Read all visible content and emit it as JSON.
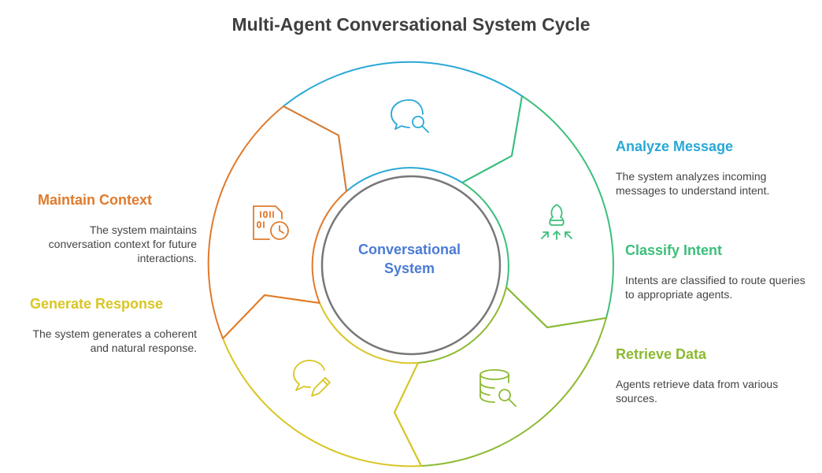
{
  "title": "Multi-Agent Conversational System Cycle",
  "center": {
    "line1": "Conversational",
    "line2": "System"
  },
  "stages": {
    "analyze": {
      "title": "Analyze Message",
      "description": "The system analyzes incoming messages to understand intent.",
      "color": "#28a8d6",
      "icon": "message-search-icon"
    },
    "classify": {
      "title": "Classify Intent",
      "description": "Intents are classified to route queries to appropriate agents.",
      "color": "#3cbf7a",
      "icon": "intent-sort-icon"
    },
    "retrieve": {
      "title": "Retrieve Data",
      "description": "Agents retrieve data from various sources.",
      "color": "#8cba32",
      "icon": "database-search-icon"
    },
    "generate": {
      "title": "Generate Response",
      "description": "The system generates a coherent and natural response.",
      "color": "#d9c523",
      "icon": "message-edit-icon"
    },
    "maintain": {
      "title": "Maintain Context",
      "description": "The system maintains conversation context for future interactions.",
      "color": "#e07a2c",
      "icon": "binary-file-clock-icon"
    }
  }
}
